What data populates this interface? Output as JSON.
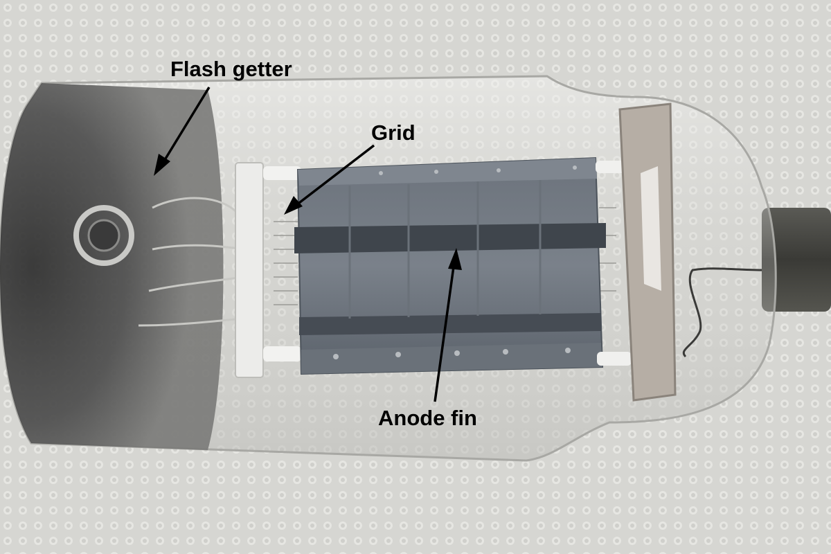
{
  "labels": {
    "flash_getter": "Flash getter",
    "grid": "Grid",
    "anode_fin": "Anode fin"
  },
  "colors": {
    "background_cloth": "#d9d9d6",
    "anode": "#5f6670",
    "arrow": "#000000"
  }
}
